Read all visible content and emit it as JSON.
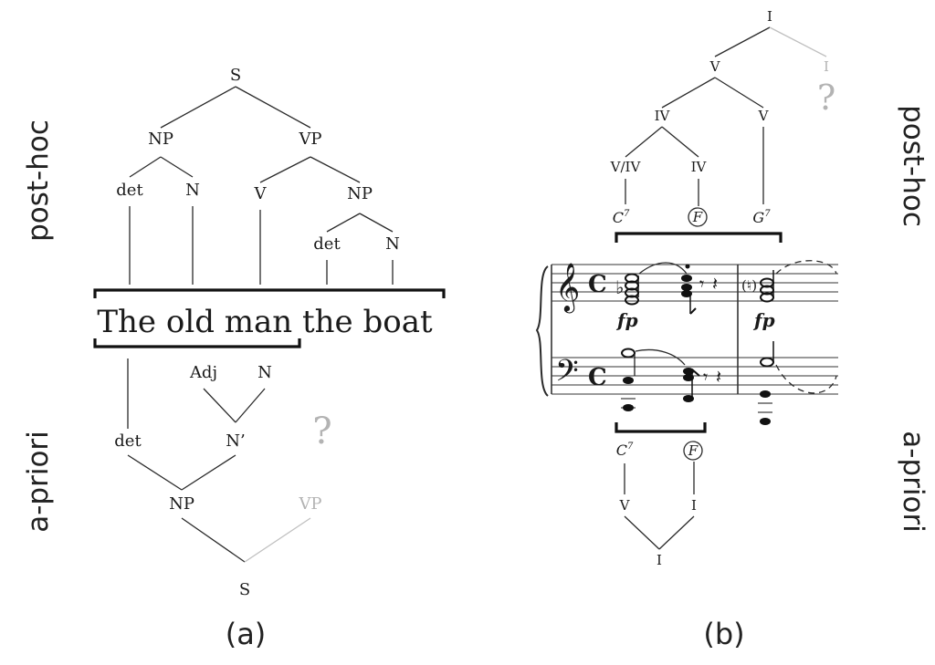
{
  "panel_a": {
    "caption": "(a)",
    "side_top": "post-hoc",
    "side_bottom": "a-priori",
    "sentence": "The old man the boat",
    "top_tree": {
      "s": "S",
      "np": "NP",
      "vp": "VP",
      "det": "det",
      "n": "N",
      "v": "V",
      "np2": "NP",
      "det2": "det",
      "n2": "N"
    },
    "bottom_tree": {
      "adj": "Adj",
      "n": "N",
      "nbar": "N’",
      "det": "det",
      "np": "NP",
      "vp": "VP",
      "s": "S",
      "question": "?"
    }
  },
  "panel_b": {
    "caption": "(b)",
    "side_top": "post-hoc",
    "side_bottom": "a-priori",
    "top_tree": {
      "root": "I",
      "v": "V",
      "i_gray": "I",
      "question": "?",
      "iv": "IV",
      "v2": "V",
      "v_of_iv": "V/IV",
      "iv2": "IV",
      "chord1": "C",
      "chord1_sup": "7",
      "chord2": "F",
      "chord3": "G",
      "chord3_sup": "7"
    },
    "score": {
      "time_sig": "C",
      "flat": "♭",
      "natural": "(♮)",
      "dynamic1": "fp",
      "dynamic2": "fp"
    },
    "bottom_tree": {
      "chord1": "C",
      "chord1_sup": "7",
      "chord2": "F",
      "v": "V",
      "i": "I",
      "root": "I"
    }
  },
  "colors": {
    "ink": "#1a1a1a",
    "faded": "#b3b3b3"
  }
}
